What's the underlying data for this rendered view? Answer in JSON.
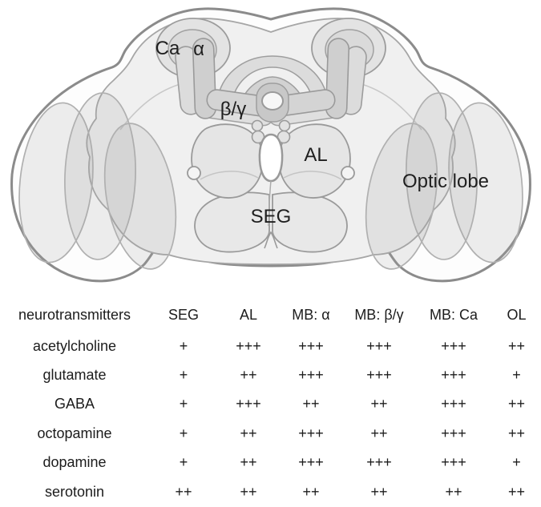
{
  "diagram": {
    "name": "insect brain schematic",
    "labels": {
      "ca": "Ca",
      "alpha": "α",
      "beta_gamma": "β/γ",
      "al": "AL",
      "seg": "SEG",
      "optic_lobe": "Optic lobe"
    },
    "colors": {
      "outer_outline": "#8b8b8b",
      "inner_outline": "#9a9a9a",
      "soft_outline": "#b0b0b0",
      "brain_fill": "#f0f0f0",
      "lobe_fill": "#e5e5e5",
      "mb_fill": "#d2d2d2",
      "label_text": "#1f1f1f",
      "background": "#ffffff"
    }
  },
  "table": {
    "header": [
      "neurotransmitters",
      "SEG",
      "AL",
      "MB: α",
      "MB: β/γ",
      "MB: Ca",
      "OL"
    ],
    "rows": [
      {
        "label": "acetylcholine",
        "values": [
          "+",
          "+++",
          "+++",
          "+++",
          "+++",
          "++"
        ]
      },
      {
        "label": "glutamate",
        "values": [
          "+",
          "++",
          "+++",
          "+++",
          "+++",
          "+"
        ]
      },
      {
        "label": "GABA",
        "values": [
          "+",
          "+++",
          "++",
          "++",
          "+++",
          "++"
        ]
      },
      {
        "label": "octopamine",
        "values": [
          "+",
          "++",
          "+++",
          "++",
          "+++",
          "++"
        ]
      },
      {
        "label": "dopamine",
        "values": [
          "+",
          "++",
          "+++",
          "+++",
          "+++",
          "+"
        ]
      },
      {
        "label": "serotonin",
        "values": [
          "++",
          "++",
          "++",
          "++",
          "++",
          "++"
        ]
      }
    ]
  }
}
